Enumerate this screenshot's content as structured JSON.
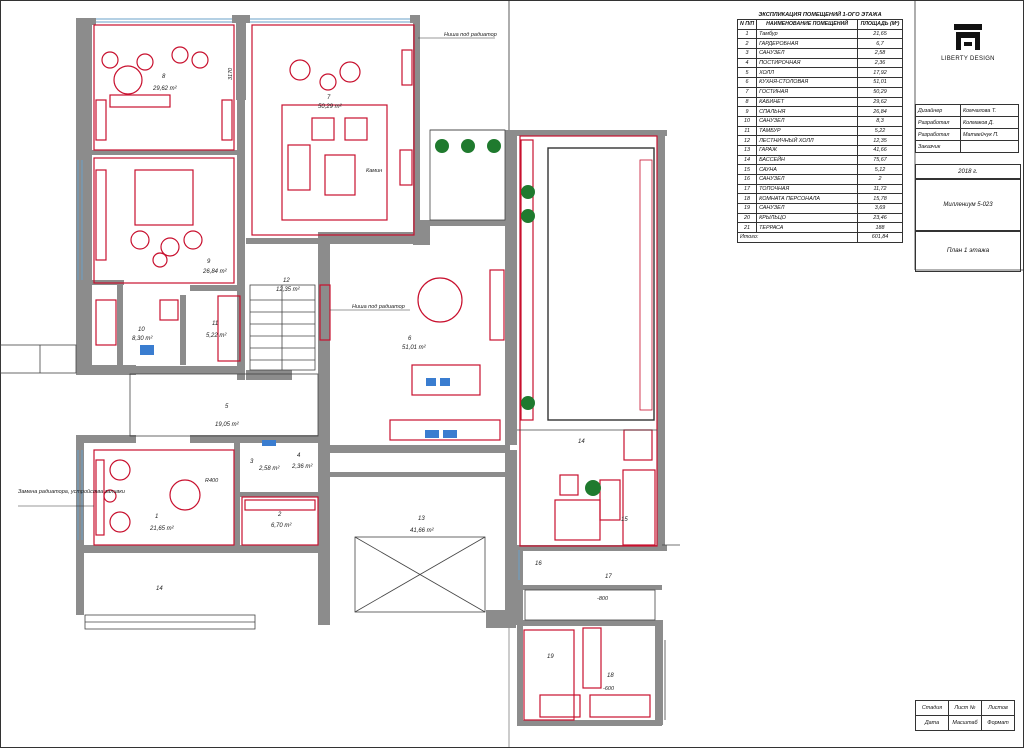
{
  "explication": {
    "title": "ЭКСПЛИКАЦИЯ ПОМЕЩЕНИЙ 1-ОГО ЭТАЖА",
    "headers": [
      "N П/П",
      "НАИМЕНОВАНИЕ ПОМЕЩЕНИЙ",
      "ПЛОЩАДЬ (М²)"
    ],
    "rows": [
      [
        "1",
        "Тамбур",
        "21,65"
      ],
      [
        "2",
        "ГАРДЕРОБНАЯ",
        "6,7"
      ],
      [
        "3",
        "САНУЗЕЛ",
        "2,58"
      ],
      [
        "4",
        "ПОСТИРОЧНАЯ",
        "2,36"
      ],
      [
        "5",
        "ХОЛЛ",
        "17,92"
      ],
      [
        "6",
        "КУХНЯ-СТОЛОВАЯ",
        "51,01"
      ],
      [
        "7",
        "ГОСТИНАЯ",
        "50,29"
      ],
      [
        "8",
        "КАБИНЕТ",
        "29,62"
      ],
      [
        "9",
        "СПАЛЬНЯ",
        "26,84"
      ],
      [
        "10",
        "САНУЗЕЛ",
        "8,3"
      ],
      [
        "11",
        "ТАМБУР",
        "5,22"
      ],
      [
        "12",
        "ЛЕСТНИЧНЫЙ ХОЛЛ",
        "12,35"
      ],
      [
        "13",
        "ГАРАЖ",
        "41,66"
      ],
      [
        "14",
        "БАССЕЙН",
        "75,67"
      ],
      [
        "15",
        "САУНА",
        "5,12"
      ],
      [
        "16",
        "САНУЗЕЛ",
        "2"
      ],
      [
        "17",
        "ТОПОЧНАЯ",
        "11,72"
      ],
      [
        "18",
        "КОМНАТА ПЕРСОНАЛА",
        "15,78"
      ],
      [
        "19",
        "САНУЗЕЛ",
        "3,69"
      ],
      [
        "20",
        "КРЫЛЬЦО",
        "23,46"
      ],
      [
        "21",
        "ТЕРРАСА",
        "188"
      ]
    ],
    "total_label": "Итого:",
    "total_value": "601,84"
  },
  "logo": {
    "text": "LIBERTY DESIGN"
  },
  "stamp": {
    "rows": [
      [
        "Дизайнер",
        "Комчалова Т."
      ],
      [
        "Разработал",
        "Колмаков Д."
      ],
      [
        "Разработал",
        "Матвейчук П."
      ],
      [
        "Заказчик",
        ""
      ]
    ],
    "year": "2018 г.",
    "project": "Миллениум 5-023",
    "sheet_title": "План 1 этажа",
    "bottom_headers": [
      "Стадия",
      "Лист №",
      "Листов"
    ],
    "bottom_values": [
      "Дата",
      "Масштаб",
      "Формат"
    ]
  },
  "plan": {
    "rooms": [
      {
        "num": "8",
        "area": "29,62 m²"
      },
      {
        "num": "7",
        "area": "50,29 m²"
      },
      {
        "num": "9",
        "area": "26,84 m²"
      },
      {
        "num": "10",
        "area": "8,30 m²"
      },
      {
        "num": "11",
        "area": "5,22 m²"
      },
      {
        "num": "12",
        "area": "12,35 m²"
      },
      {
        "num": "6",
        "area": "51,01 m²"
      },
      {
        "num": "5",
        "area": "19,05 m²"
      },
      {
        "num": "1",
        "area": "21,65 m²"
      },
      {
        "num": "3",
        "area": "2,58 m²"
      },
      {
        "num": "4",
        "area": "2,36 m²"
      },
      {
        "num": "2",
        "area": "6,70 m²"
      },
      {
        "num": "13",
        "area": "41,66 m²"
      },
      {
        "num": "14",
        "area": ""
      },
      {
        "num": "15",
        "area": ""
      },
      {
        "num": "16",
        "area": ""
      },
      {
        "num": "17",
        "area": ""
      },
      {
        "num": "19",
        "area": ""
      },
      {
        "num": "18",
        "area": ""
      },
      {
        "num": "14",
        "area": ""
      }
    ],
    "notes": {
      "radiator_niche_1": "Ниша под радиатор",
      "radiator_niche_2": "Ниша под радиатор",
      "radiator_replace": "Замена радиатора, устройства заливки",
      "fireplace": "Камин",
      "level_1": "-800",
      "level_2": "-600",
      "dim": "R400",
      "dim2": "3170"
    }
  }
}
